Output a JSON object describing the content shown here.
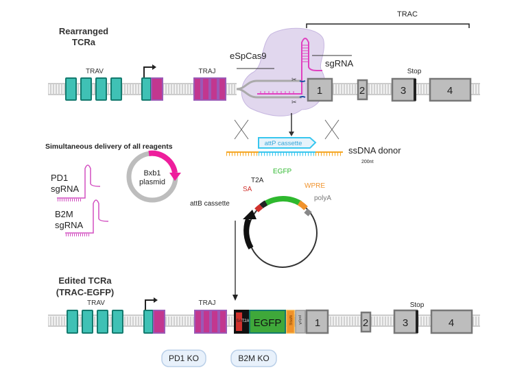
{
  "top": {
    "title_line1": "Rearranged",
    "title_line2": "TCRa",
    "trav": "TRAV",
    "traj": "TRAJ",
    "trac": "TRAC",
    "stop": "Stop",
    "cas9": "eSpCas9",
    "sgrna": "sgRNA",
    "exons": [
      "1",
      "2",
      "3",
      "4"
    ]
  },
  "donor": {
    "attp": "attP cassette",
    "label": "ssDNA donor",
    "length": "200nt"
  },
  "reagents": {
    "title": "Simultaneous delivery of all reagents",
    "pd1_line1": "PD1",
    "pd1_line2": "sgRNA",
    "b2m_line1": "B2M",
    "b2m_line2": "sgRNA",
    "bxb1_line1": "Bxb1",
    "bxb1_line2": "plasmid"
  },
  "attb": {
    "label": "attB cassette",
    "sa": "SA",
    "t2a": "T2A",
    "egfp": "EGFP",
    "wpre": "WPRE",
    "polya": "polyA"
  },
  "bottom": {
    "title_line1": "Edited TCRa",
    "title_line2": "(TRAC-EGFP)",
    "trav": "TRAV",
    "traj": "TRAJ",
    "stop": "Stop",
    "sa": "SA",
    "t2a": "T2A",
    "egfp": "EGFP",
    "wpre": "WPRE",
    "polya": "polyA",
    "exons": [
      "1",
      "2",
      "3",
      "4"
    ],
    "pd1_ko": "PD1 KO",
    "b2m_ko": "B2M KO"
  },
  "colors": {
    "teal": "#3fc1b5",
    "magenta": "#c2378f",
    "purple": "#9b59b6",
    "exon_gray": "#bdbdbd",
    "egfp_green": "#3fa83a",
    "wpre_orange": "#f0922b",
    "sa_red": "#d0312d",
    "attp_cyan": "#37c6ef",
    "sgrna_pink": "#e040c0",
    "bxb1_pink": "#ee1e9c"
  }
}
